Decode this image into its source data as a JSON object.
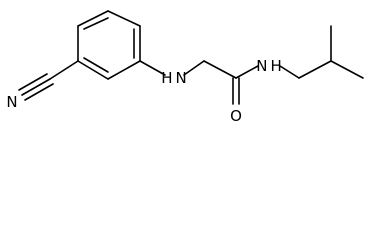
{
  "molecule": {
    "atom_labels": {
      "nitrile_n": "N",
      "amine_nh": "H N",
      "amide_nh": "N H",
      "carbonyl_o": "O"
    }
  },
  "colors": {
    "bond": "#000000",
    "text": "#000000",
    "background": "#ffffff"
  }
}
